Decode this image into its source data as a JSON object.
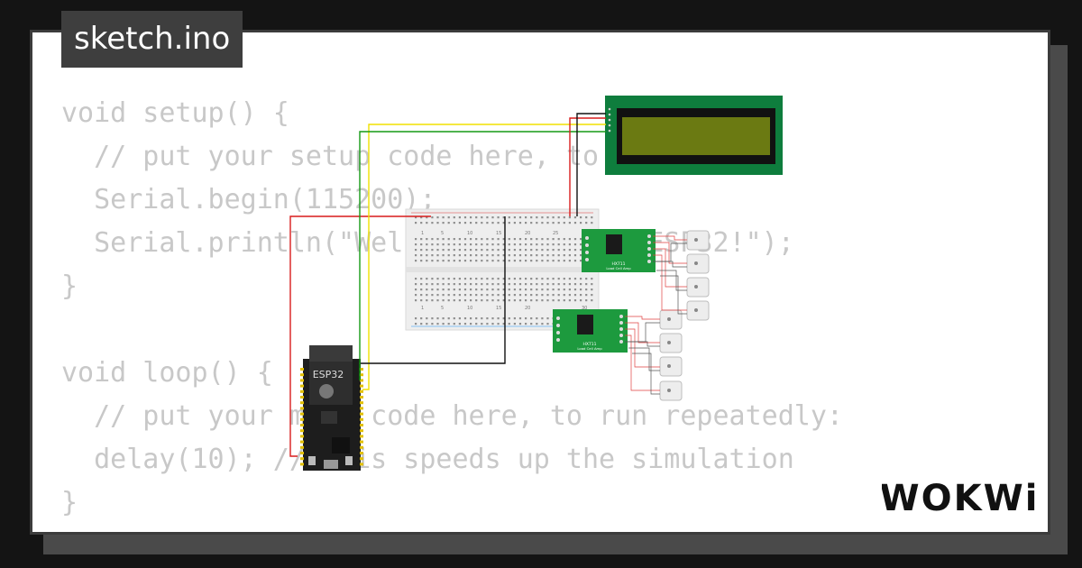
{
  "file_tab": {
    "name": "sketch.ino"
  },
  "code": {
    "lines": [
      "void setup() {",
      "  // put your setup code here, to run once:",
      "  Serial.begin(115200);",
      "  Serial.println(\"Welcome to Wokwi, ESP32!\");",
      "}",
      "",
      "void loop() {",
      "  // put your main code here, to run repeatedly:",
      "  delay(10); // this speeds up the simulation",
      "}"
    ]
  },
  "circuit": {
    "esp32_label": "ESP32",
    "loadcell_amp_label": "HX711",
    "loadcell_amp_sub": "Load Cell Amp",
    "breadboard_numbers": [
      "1",
      "5",
      "10",
      "15",
      "20",
      "25",
      "30"
    ],
    "wire_colors": {
      "red": "#d81c1c",
      "yellow": "#f0e000",
      "green": "#159a15",
      "black": "#111111"
    }
  },
  "brand": {
    "name": "WOKWi",
    "color": "#111111"
  }
}
